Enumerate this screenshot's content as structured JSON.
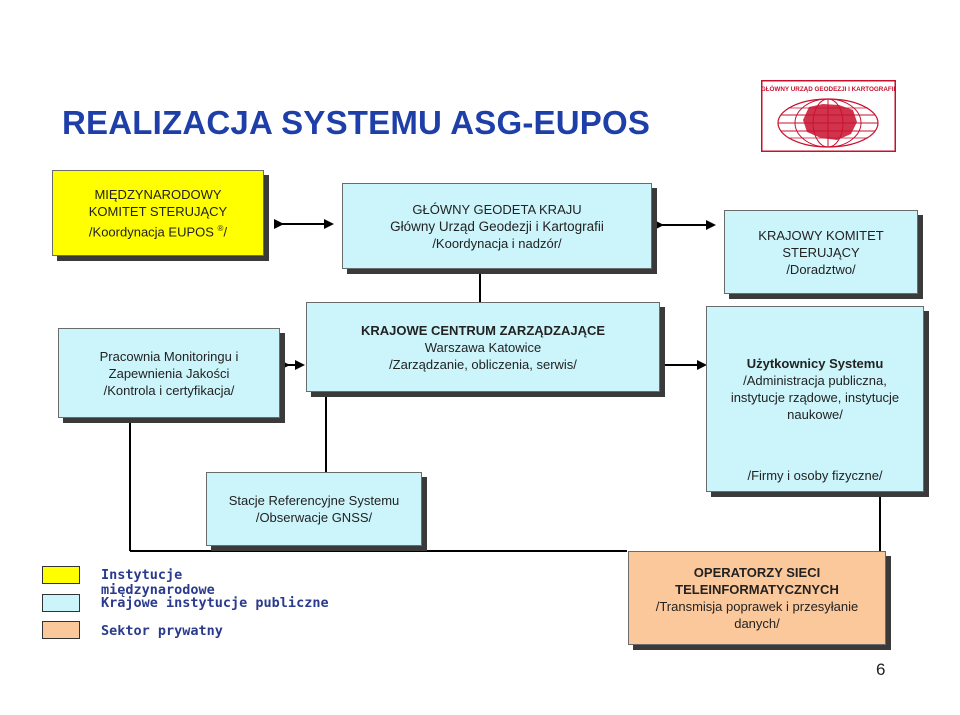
{
  "title": "REALIZACJA SYSTEMU ASG-EUPOS",
  "logo": {
    "text": "GŁÓWNY URZĄD GEODEZJI I KARTOGRAFII",
    "icon": "globe-poland-icon",
    "accent": "#c8102e"
  },
  "nodes": {
    "international": {
      "line1": "MIĘDZYNARODOWY",
      "line2": "KOMITET STERUJĄCY",
      "line3_pre": "/Koordynacja EUPOS",
      "line3_sup": "®",
      "line3_post": "/"
    },
    "gugik": {
      "line1": "GŁÓWNY GEODETA KRAJU",
      "line2": "Główny Urząd Geodezji i Kartografii",
      "line3": "/Koordynacja i nadzór/"
    },
    "national_committee": {
      "line1": "KRAJOWY KOMITET",
      "line2": "STERUJĄCY",
      "line3": "/Doradztwo/"
    },
    "monitoring": {
      "line1": "Pracownia Monitoringu  i",
      "line2": "Zapewnienia Jakości",
      "line3": "/Kontrola i certyfikacja/"
    },
    "centers": {
      "line1": "KRAJOWE  CENTRUM ZARZĄDZAJĄCE",
      "line2": "Warszawa   Katowice",
      "line3": "/Zarządzanie, obliczenia, serwis/"
    },
    "users": {
      "line1": "Użytkownicy Systemu",
      "line2": "/Administracja publiczna,",
      "line3": "instytucje rządowe, instytucje",
      "line4": "naukowe/",
      "line5": "/Firmy i osoby fizyczne/"
    },
    "stations": {
      "line1": "Stacje Referencyjne Systemu",
      "line2": "/Obserwacje GNSS/"
    },
    "operators": {
      "line1": "OPERATORZY SIECI",
      "line2": "TELEINFORMATYCZNYCH",
      "line3": "/Transmisja poprawek i przesyłanie",
      "line4": "danych/"
    }
  },
  "legend": [
    {
      "label": "Instytucje\nmiędzynarodowe",
      "color": "#ffff00"
    },
    {
      "label": "Krajowe instytucje publiczne",
      "color": "#ccf5fb"
    },
    {
      "label": "Sektor prywatny",
      "color": "#fbc89c"
    }
  ],
  "page_number": "6",
  "colors": {
    "title": "#1f3fa8",
    "cyan": "#ccf5fb",
    "yellow": "#ffff00",
    "peach": "#fbc89c"
  }
}
